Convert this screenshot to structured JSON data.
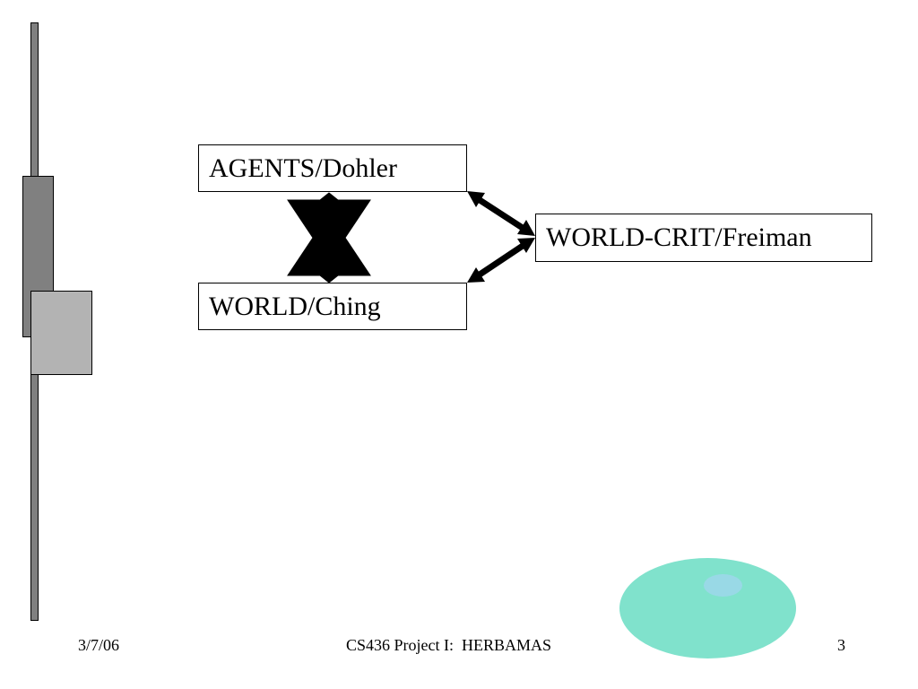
{
  "diagram": {
    "nodes": {
      "agents": "AGENTS/Dohler",
      "world": "WORLD/Ching",
      "world_crit": "WORLD-CRIT/Freiman"
    }
  },
  "footer": {
    "date": "3/7/06",
    "title": "CS436 Project I:  HERBAMAS",
    "page": "3"
  },
  "colors": {
    "side_bar": "#808080",
    "side_box": "#b3b3b3",
    "oval": "#80e2cc",
    "oval_highlight": "#99d9e6"
  }
}
